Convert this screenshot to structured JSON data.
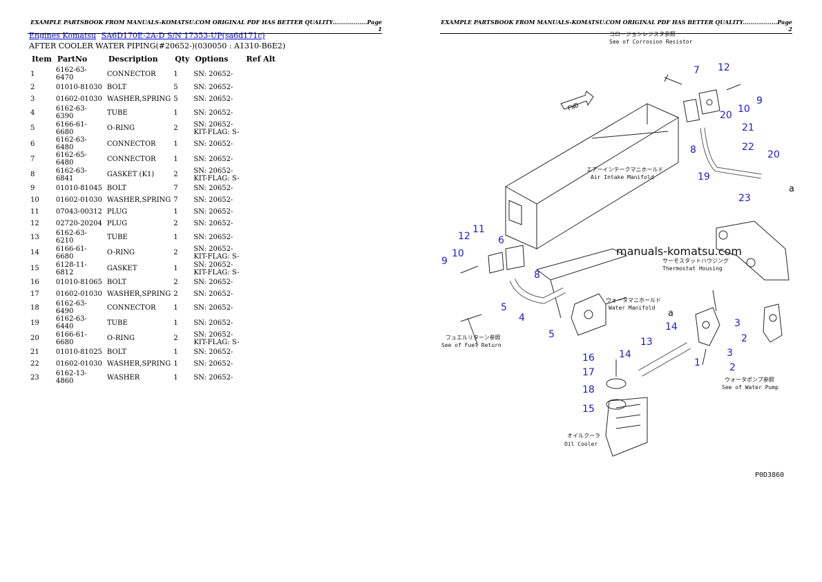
{
  "header": {
    "page1": "EXAMPLE PARTSBOOK FROM MANUALS-KOMATSU.COM ORIGINAL PDF HAS BETTER QUALITY..................Page 1",
    "page2": "EXAMPLE PARTSBOOK FROM MANUALS-KOMATSU.COM ORIGINAL PDF HAS BETTER QUALITY..................Page 2"
  },
  "breadcrumb": {
    "link1": "Engines Komatsu",
    "link2": "SA6D170E-2A-D S/N 17353-UP(sa6d171c)"
  },
  "subtitle": "AFTER COOLER WATER PIPING(#20652-)(030050 : A1310-B6E2)",
  "table": {
    "columns": [
      "Item",
      "PartNo",
      "Description",
      "Qty",
      "Options",
      "Ref Alt"
    ],
    "rows": [
      {
        "item": "1",
        "part": "6162-63-6470",
        "desc": "CONNECTOR",
        "qty": "1",
        "opt1": "SN: 20652-",
        "opt2": ""
      },
      {
        "item": "2",
        "part": "01010-81030",
        "desc": "BOLT",
        "qty": "5",
        "opt1": "SN: 20652-",
        "opt2": ""
      },
      {
        "item": "3",
        "part": "01602-01030",
        "desc": "WASHER,SPRING",
        "qty": "5",
        "opt1": "SN: 20652-",
        "opt2": ""
      },
      {
        "item": "4",
        "part": "6162-63-6390",
        "desc": "TUBE",
        "qty": "1",
        "opt1": "SN: 20652-",
        "opt2": ""
      },
      {
        "item": "5",
        "part": "6166-61-6680",
        "desc": "O-RING",
        "qty": "2",
        "opt1": "SN: 20652-",
        "opt2": "KIT-FLAG: S-"
      },
      {
        "item": "6",
        "part": "6162-63-6480",
        "desc": "CONNECTOR",
        "qty": "1",
        "opt1": "SN: 20652-",
        "opt2": ""
      },
      {
        "item": "7",
        "part": "6162-65-6480",
        "desc": "CONNECTOR",
        "qty": "1",
        "opt1": "SN: 20652-",
        "opt2": ""
      },
      {
        "item": "8",
        "part": "6162-63-6841",
        "desc": "GASKET (K1)",
        "qty": "2",
        "opt1": "SN: 20652-",
        "opt2": "KIT-FLAG: S-"
      },
      {
        "item": "9",
        "part": "01010-81045",
        "desc": "BOLT",
        "qty": "7",
        "opt1": "SN: 20652-",
        "opt2": ""
      },
      {
        "item": "10",
        "part": "01602-01030",
        "desc": "WASHER,SPRING",
        "qty": "7",
        "opt1": "SN: 20652-",
        "opt2": ""
      },
      {
        "item": "11",
        "part": "07043-00312",
        "desc": "PLUG",
        "qty": "1",
        "opt1": "SN: 20652-",
        "opt2": ""
      },
      {
        "item": "12",
        "part": "02720-20204",
        "desc": "PLUG",
        "qty": "2",
        "opt1": "SN: 20652-",
        "opt2": ""
      },
      {
        "item": "13",
        "part": "6162-63-6210",
        "desc": "TUBE",
        "qty": "1",
        "opt1": "SN: 20652-",
        "opt2": ""
      },
      {
        "item": "14",
        "part": "6166-61-6680",
        "desc": "O-RING",
        "qty": "2",
        "opt1": "SN: 20652-",
        "opt2": "KIT-FLAG: S-"
      },
      {
        "item": "15",
        "part": "6128-11-6812",
        "desc": "GASKET",
        "qty": "1",
        "opt1": "SN: 20652-",
        "opt2": "KIT-FLAG: S-"
      },
      {
        "item": "16",
        "part": "01010-81065",
        "desc": "BOLT",
        "qty": "2",
        "opt1": "SN: 20652-",
        "opt2": ""
      },
      {
        "item": "17",
        "part": "01602-01030",
        "desc": "WASHER,SPRING",
        "qty": "2",
        "opt1": "SN: 20652-",
        "opt2": ""
      },
      {
        "item": "18",
        "part": "6162-63-6490",
        "desc": "CONNECTOR",
        "qty": "1",
        "opt1": "SN: 20652-",
        "opt2": ""
      },
      {
        "item": "19",
        "part": "6162-63-6440",
        "desc": "TUBE",
        "qty": "1",
        "opt1": "SN: 20652-",
        "opt2": ""
      },
      {
        "item": "20",
        "part": "6166-61-6680",
        "desc": "O-RING",
        "qty": "2",
        "opt1": "SN: 20652-",
        "opt2": "KIT-FLAG: S-"
      },
      {
        "item": "21",
        "part": "01010-81025",
        "desc": "BOLT",
        "qty": "1",
        "opt1": "SN: 20652-",
        "opt2": ""
      },
      {
        "item": "22",
        "part": "01602-01030",
        "desc": "WASHER,SPRING",
        "qty": "1",
        "opt1": "SN: 20652-",
        "opt2": ""
      },
      {
        "item": "23",
        "part": "6162-13-4860",
        "desc": "WASHER",
        "qty": "1",
        "opt1": "SN: 20652-",
        "opt2": ""
      }
    ]
  },
  "diagram": {
    "watermark": "manuals-komatsu.com",
    "figure_code": "P0D3860",
    "labels": {
      "corrosion_resistor": "See of Corrosion Resistor",
      "air_intake": "Air Intake Manifold",
      "thermostat": "Thermostat Housing",
      "water_manifold": "Water Manifold",
      "fuel_return": "See of Fuel Return",
      "water_pump": "See of Water Pump",
      "oil_cooler": "Oil Cooler",
      "fwd": "FWD",
      "a_top": "a",
      "a_mid": "a"
    },
    "labels_jp": {
      "corrosion_resistor": "コロージョンレジスタ参照",
      "air_intake": "エアーインテークマニホールド",
      "thermostat": "サーモスタットハウジング",
      "water_manifold": "ウォータマニホールド",
      "fuel_return": "フュエルリターン参照",
      "water_pump": "ウォータポンプ参照",
      "oil_cooler": "オイルクーラ"
    },
    "callouts": [
      "7",
      "12",
      "9",
      "10",
      "20",
      "21",
      "22",
      "8",
      "20",
      "19",
      "23",
      "11",
      "12",
      "6",
      "10",
      "9",
      "8",
      "5",
      "4",
      "5",
      "3",
      "14",
      "13",
      "2",
      "3",
      "1",
      "2",
      "16",
      "14",
      "17",
      "18",
      "15"
    ]
  }
}
